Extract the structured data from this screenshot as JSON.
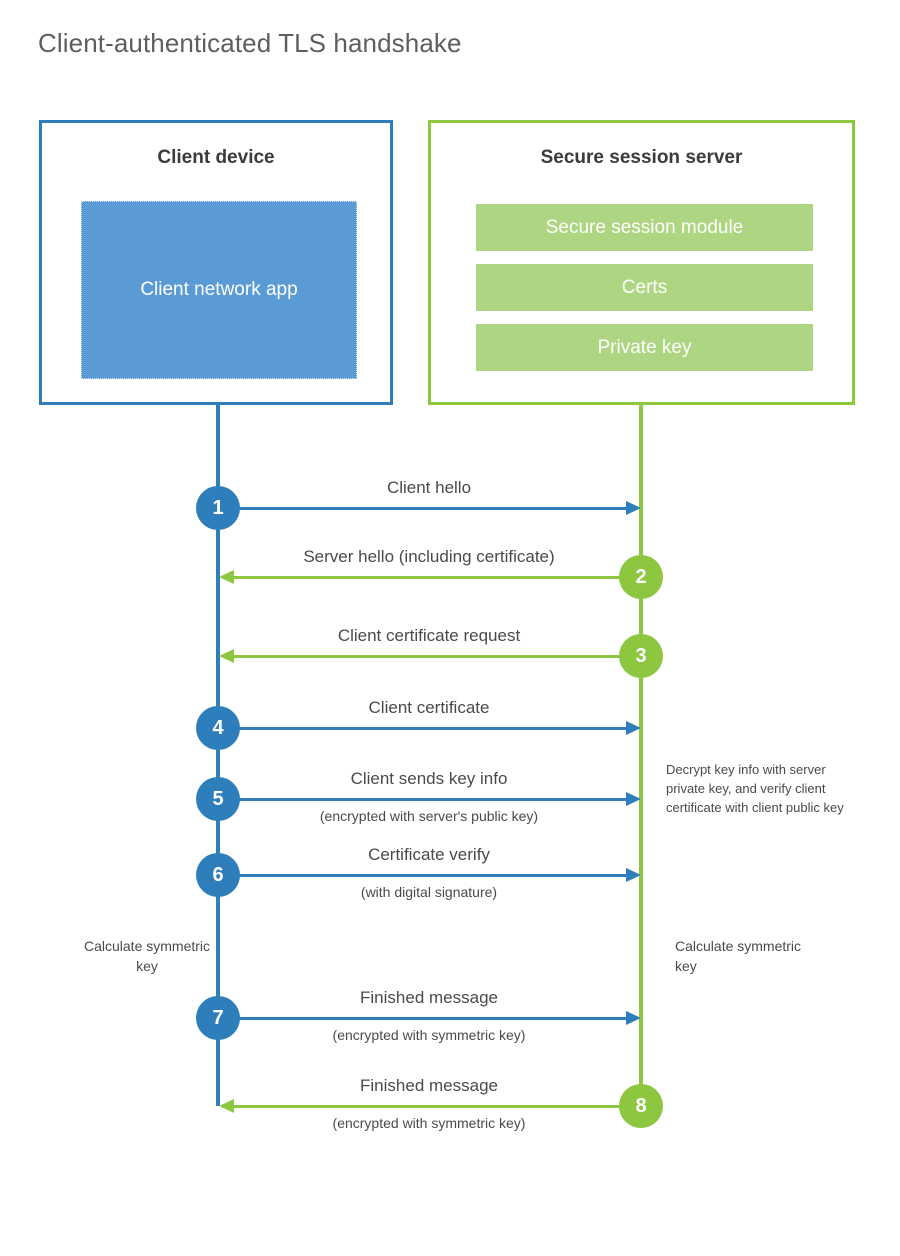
{
  "page": {
    "title": "Client-authenticated TLS handshake"
  },
  "colors": {
    "client_blue": "#2e7ebb",
    "client_app_fill": "#5b9bd5",
    "server_green": "#8dc63f",
    "server_bar_fill": "#aed581",
    "title_text": "#5e5e5e",
    "body_text": "#4a4a4a"
  },
  "client": {
    "title": "Client device",
    "app_label": "Client network app"
  },
  "server": {
    "title": "Secure session server",
    "modules": [
      {
        "label": "Secure session module"
      },
      {
        "label": "Certs"
      },
      {
        "label": "Private key"
      }
    ]
  },
  "steps": [
    {
      "number": "1",
      "direction": "to-server",
      "origin": "client",
      "color": "blue",
      "label": "Client hello",
      "sublabel": ""
    },
    {
      "number": "2",
      "direction": "to-client",
      "origin": "server",
      "color": "green",
      "label": "Server hello (including certificate)",
      "sublabel": ""
    },
    {
      "number": "3",
      "direction": "to-client",
      "origin": "server",
      "color": "green",
      "label": "Client certificate request",
      "sublabel": ""
    },
    {
      "number": "4",
      "direction": "to-server",
      "origin": "client",
      "color": "blue",
      "label": "Client certificate",
      "sublabel": ""
    },
    {
      "number": "5",
      "direction": "to-server",
      "origin": "client",
      "color": "blue",
      "label": "Client sends key info",
      "sublabel": "(encrypted with server's public key)"
    },
    {
      "number": "6",
      "direction": "to-server",
      "origin": "client",
      "color": "blue",
      "label": "Certificate verify",
      "sublabel": "(with digital signature)"
    },
    {
      "number": "7",
      "direction": "to-server",
      "origin": "client",
      "color": "blue",
      "label": "Finished message",
      "sublabel": "(encrypted with symmetric key)"
    },
    {
      "number": "8",
      "direction": "to-client",
      "origin": "server",
      "color": "green",
      "label": "Finished message",
      "sublabel": "(encrypted with symmetric key)"
    }
  ],
  "notes": {
    "decrypt": "Decrypt key info with server private key, and verify client certificate with client public key",
    "calculate_client": "Calculate symmetric key",
    "calculate_server": "Calculate symmetric key"
  }
}
